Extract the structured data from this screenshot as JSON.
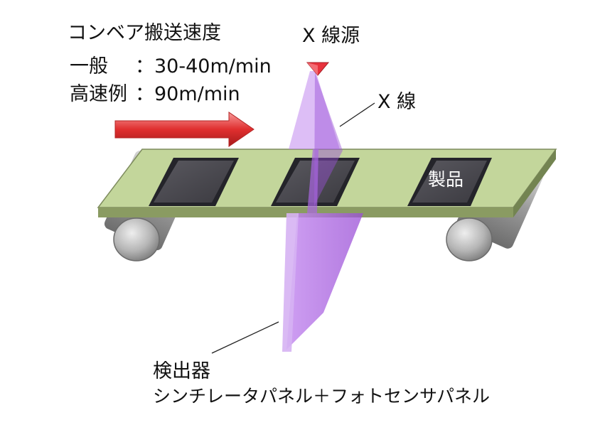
{
  "speed": {
    "heading": "コンベア搬送速度",
    "general_label": "一般",
    "general_value": "：30-40m/min",
    "fast_label": "高速例",
    "fast_value": "：90m/min"
  },
  "xray_source_label": "X 線源",
  "xray_label": "X 線",
  "product_label": "製品",
  "detector": {
    "title": "検出器",
    "description": "シンチレータパネル＋フォトセンサパネル"
  },
  "colors": {
    "belt": "#c3d69b",
    "belt_edge": "#6f7f52",
    "product": "#48474d",
    "arrow": "#e03333",
    "beam": "#b06ae0",
    "source": "#e8323c",
    "roller": "#a6a6a6"
  }
}
